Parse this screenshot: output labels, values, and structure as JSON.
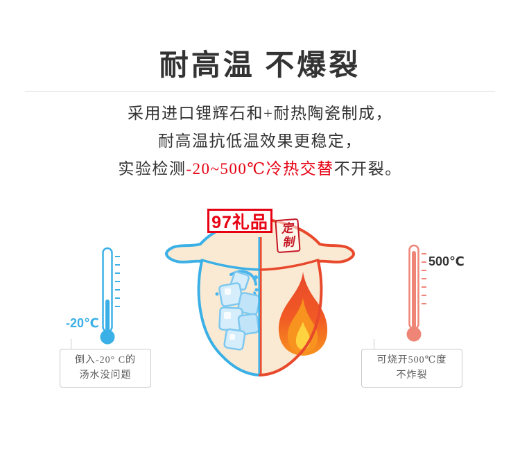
{
  "header": {
    "title": "耐高温 不爆裂"
  },
  "description": {
    "line1": "采用进口锂辉石和+耐热陶瓷制成，",
    "line2": "耐高温抗低温效果更稳定，",
    "line3_prefix": "实验检测",
    "line3_highlight": "-20~500℃冷热交替",
    "line3_suffix": "不开裂。"
  },
  "illustration": {
    "brand_logo": "97礼品",
    "seal": {
      "char1": "定",
      "char2": "制"
    },
    "cold_side": {
      "temp_label": "-20℃",
      "note_line1": "倒入-20° C的",
      "note_line2": "汤水没问题"
    },
    "hot_side": {
      "temp_label": "500℃",
      "note_line1": "可烧开500℃度",
      "note_line2": "不炸裂"
    }
  },
  "colors": {
    "accent_red": "#e60012",
    "seal_red": "#c41422",
    "cold_blue": "#3bb0e6",
    "hot_outline_red": "#e8492c",
    "thermo_salmon": "#ef8577",
    "flame_orange": "#f7931e",
    "flame_yellow": "#ffd23f",
    "pot_cream": "#fbead3",
    "ice_fill": "#d6edfb",
    "ice_stroke": "#7ec8ef",
    "splash_blue": "#4ab5ec",
    "text_dark": "#333333",
    "note_border": "#c9c9c9"
  }
}
